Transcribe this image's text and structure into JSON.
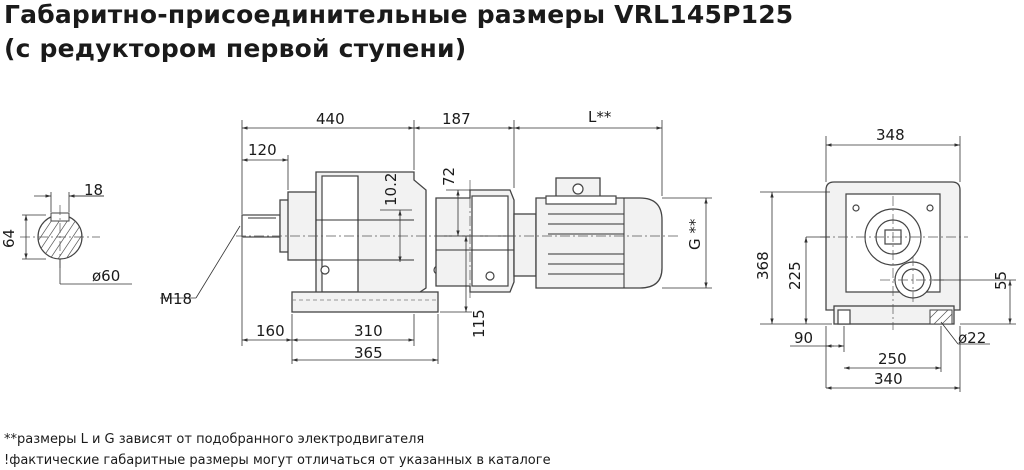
{
  "title": {
    "line1": "Габаритно-присоединительные размеры VRL145P125",
    "line2": "(с редуктором первой ступени)"
  },
  "dimensions": {
    "shaft_key_width": "18",
    "shaft_key_height": "64",
    "shaft_diameter": "ø60",
    "thread": "M18",
    "d440": "440",
    "d187": "187",
    "dL": "L**",
    "d120": "120",
    "d10_2": "10.2",
    "d72": "72",
    "dG": "G **",
    "d160": "160",
    "d310": "310",
    "d365": "365",
    "d115": "115",
    "d348": "348",
    "d368": "368",
    "d225": "225",
    "d55": "55",
    "d90": "90",
    "hole": "ø22",
    "d250": "250",
    "d340": "340"
  },
  "notes": {
    "note1": "**размеры L и G зависят от подобранного электродвигателя",
    "note2": "!фактические габаритные размеры могут отличаться от указанных в каталоге"
  }
}
